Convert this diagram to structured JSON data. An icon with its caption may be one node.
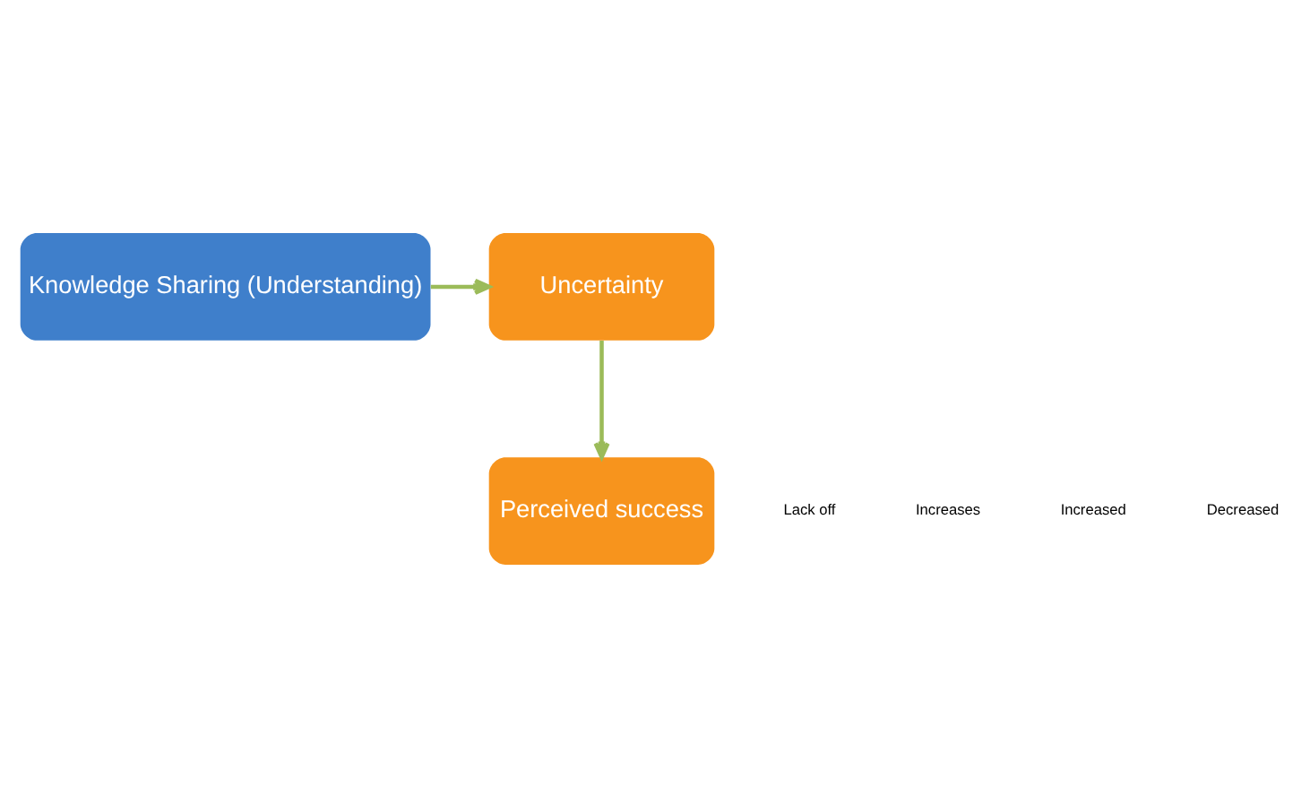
{
  "diagram": {
    "nodes": [
      {
        "text": [
          "Knowledge Sharing (Understanding)"
        ]
      },
      {
        "text": [
          "Uncertainty"
        ]
      },
      {
        "text": [
          "Perceived success"
        ]
      }
    ],
    "edges": [
      {
        "from": 0,
        "to": 1,
        "arrow": "to"
      },
      {
        "from": 1,
        "to": 2,
        "arrow": "to"
      }
    ],
    "labels": [
      "Lack off",
      "Increases",
      "Increased",
      "Decreased"
    ]
  }
}
